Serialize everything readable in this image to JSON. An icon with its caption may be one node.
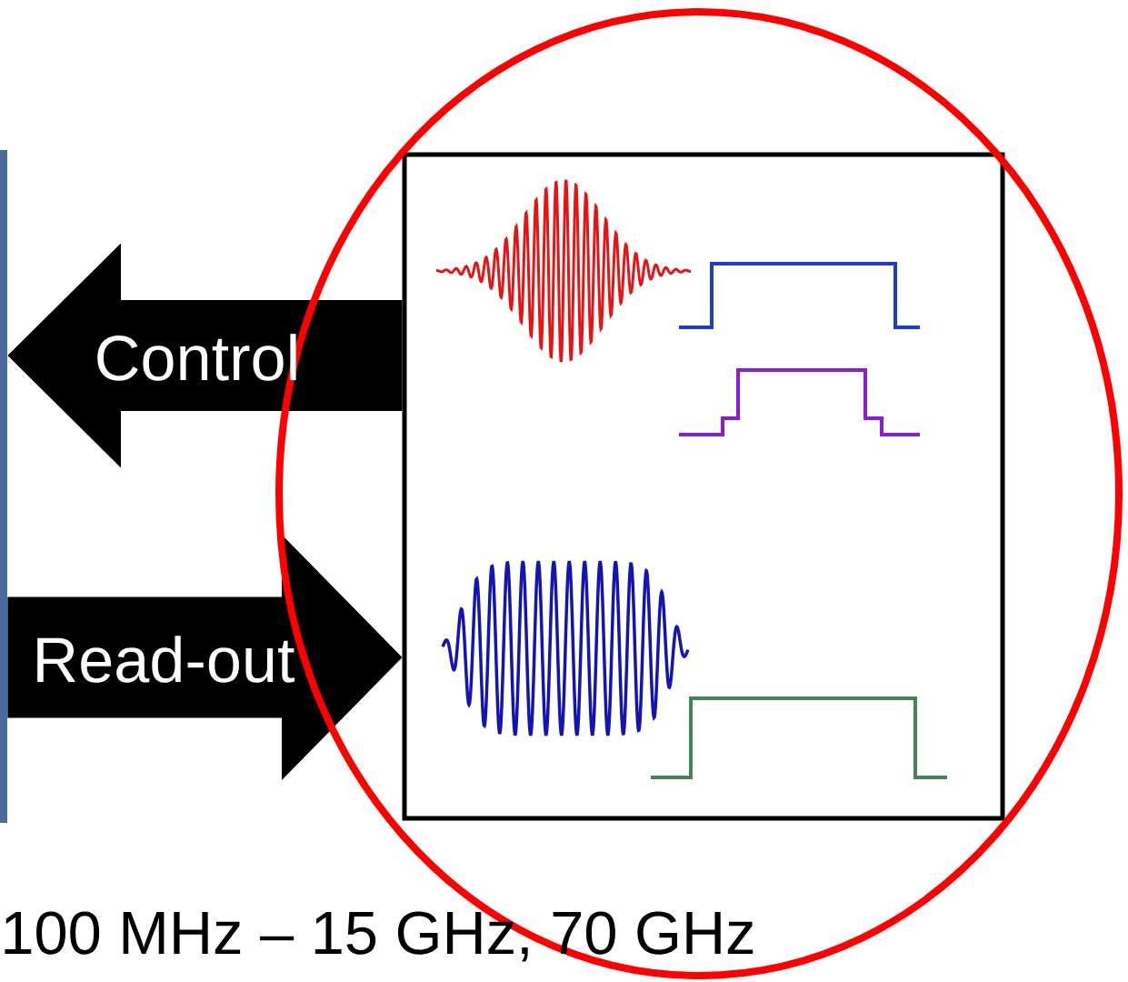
{
  "diagram": {
    "nodes": [
      {
        "text": [],
        "shape": "bar"
      },
      {
        "text": [],
        "shape": "box"
      }
    ],
    "edges": [
      {
        "from": 1,
        "to": 0,
        "arrow": "to",
        "label": "Control"
      },
      {
        "from": 0,
        "to": 1,
        "arrow": "to",
        "label": "Read-out"
      }
    ],
    "labels": [
      "100 MHz – 15 GHz, 70 GHz"
    ]
  }
}
